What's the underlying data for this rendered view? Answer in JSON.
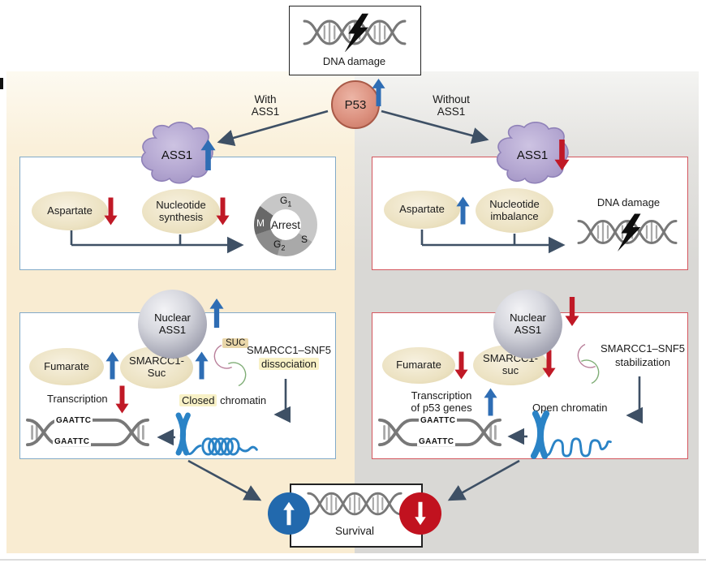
{
  "top": {
    "dna_damage": "DNA damage",
    "p53": "P53",
    "branch_left": "With\nASS1",
    "branch_right": "Without\nASS1"
  },
  "left": {
    "ass1": "ASS1",
    "box1": {
      "aspartate": "Aspartate",
      "nucleotide": "Nucleotide\nsynthesis",
      "wheel": {
        "g1": "G",
        "g1_sub": "1",
        "s": "S",
        "g2": "G",
        "g2_sub": "2",
        "m": "M",
        "center": "Arrest"
      }
    },
    "nuclear_ass1": "Nuclear\nASS1",
    "box2": {
      "fumarate": "Fumarate",
      "smarcc1": "SMARCC1-\nSuc",
      "suc_tag": "SUC",
      "complex": "SMARCC1–SNF5",
      "complex_state": "dissociation",
      "transcription": "Transcription",
      "chromatin_hl": "Closed",
      "chromatin_rest": " chromatin",
      "gaattc_top": "GAATTC",
      "gaattc_bottom": "GAATTC"
    }
  },
  "right": {
    "ass1": "ASS1",
    "box1": {
      "aspartate": "Aspartate",
      "nucleotide": "Nucleotide\nimbalance",
      "dna_damage": "DNA damage"
    },
    "nuclear_ass1": "Nuclear\nASS1",
    "box2": {
      "fumarate": "Fumarate",
      "smarcc1": "SMARCC1-\nsuc",
      "complex": "SMARCC1–SNF5",
      "complex_state": "stabilization",
      "transcription": "Transcription\nof p53 genes",
      "chromatin": "Open chromatin",
      "gaattc_top": "GAATTC",
      "gaattc_bottom": "GAATTC"
    }
  },
  "footer": {
    "survival": "Survival"
  },
  "colors": {
    "up_arrow": "#2e6db4",
    "down_arrow": "#c01926",
    "left_panel": "#f9ecd2",
    "right_panel": "#d9d8d5",
    "left_box_border": "#82aac8",
    "right_box_border": "#d4565e",
    "connector": "#3e5065",
    "p53_fill": "#dc917f",
    "ass1_fill": "#b5a8d2",
    "survival_up_circle": "#2269ad",
    "survival_down_circle": "#c1121f"
  }
}
